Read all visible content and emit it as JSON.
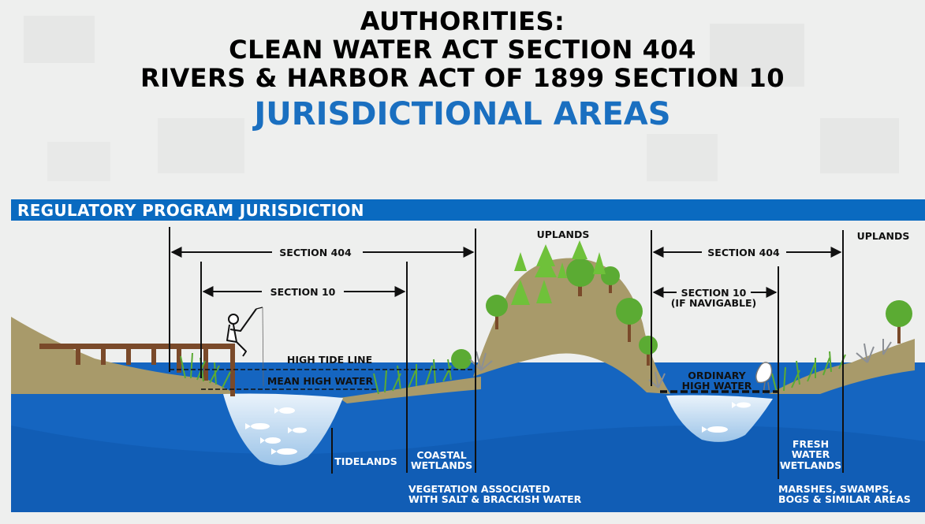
{
  "header": {
    "line1": "AUTHORITIES:",
    "line2": "CLEAN WATER ACT SECTION 404",
    "line3": "RIVERS & HARBOR ACT OF 1899 SECTION 10",
    "subtitle": "JURISDICTIONAL AREAS"
  },
  "banner": {
    "title": "REGULATORY PROGRAM JURISDICTION"
  },
  "labels": {
    "section404_left": "SECTION 404",
    "section10_left": "SECTION 10",
    "uplands_center": "UPLANDS",
    "uplands_right": "UPLANDS",
    "section404_right": "SECTION 404",
    "section10_right_1": "SECTION 10",
    "section10_right_2": "(IF NAVIGABLE)",
    "high_tide_line": "HIGH TIDE LINE",
    "mean_high_water": "MEAN HIGH WATER",
    "ordinary_high_water_1": "ORDINARY",
    "ordinary_high_water_2": "HIGH WATER",
    "tidelands": "TIDELANDS",
    "coastal_wetlands_1": "COASTAL",
    "coastal_wetlands_2": "WETLANDS",
    "fresh_water_wetlands_1": "FRESH",
    "fresh_water_wetlands_2": "WATER",
    "fresh_water_wetlands_3": "WETLANDS",
    "vegetation_1": "VEGETATION ASSOCIATED",
    "vegetation_2": "WITH SALT & BRACKISH WATER",
    "marshes_1": "MARSHES, SWAMPS,",
    "marshes_2": "BOGS & SIMILAR AREAS"
  },
  "colors": {
    "title_blue": "#1a6fc0",
    "banner_blue": "#0a6ac0",
    "water_blue": "#1565c0",
    "earth": "#a89a6a",
    "tree_green": "#5bab33"
  }
}
